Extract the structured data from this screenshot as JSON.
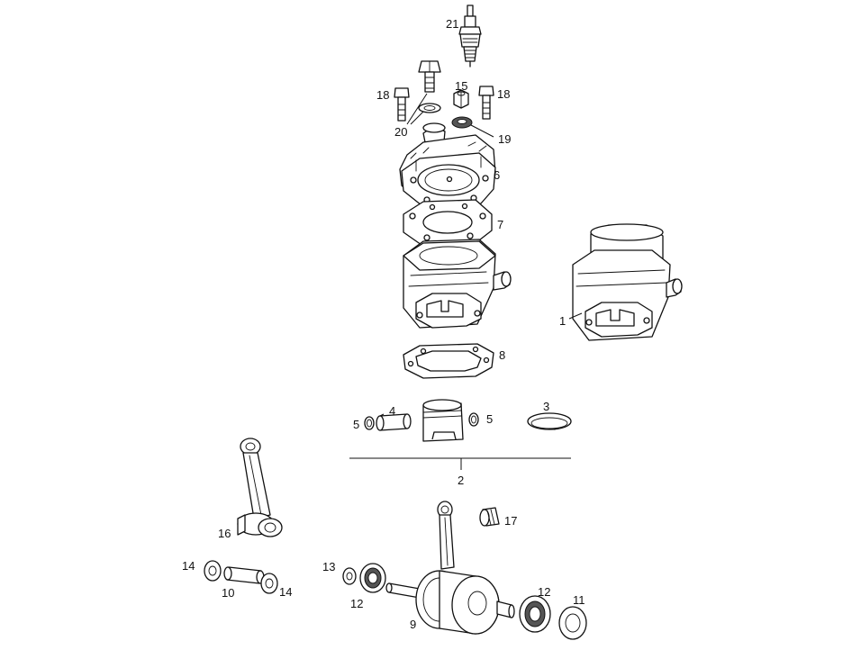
{
  "labels": {
    "spark_plug": "21",
    "temp_sensor_left": "18",
    "temp_sensor_right": "18",
    "head_nut": "15",
    "water_fitting": "20",
    "sealing_washer": "19",
    "cylinder_head": "6",
    "head_gasket": "7",
    "cylinder_assembly": "1",
    "base_gasket": "8",
    "piston_ring": "3",
    "piston_pin": "4",
    "circlip_left": "5",
    "circlip_right": "5",
    "piston_kit": "2",
    "connecting_rod": "16",
    "needle_bearing_small": "17",
    "shim_left_top": "14",
    "shim_right": "14",
    "crank_pin": "10",
    "oil_seal_left": "13",
    "main_bearing_left": "12",
    "main_bearing_right": "12",
    "oil_seal_right": "11",
    "crankshaft": "9"
  }
}
